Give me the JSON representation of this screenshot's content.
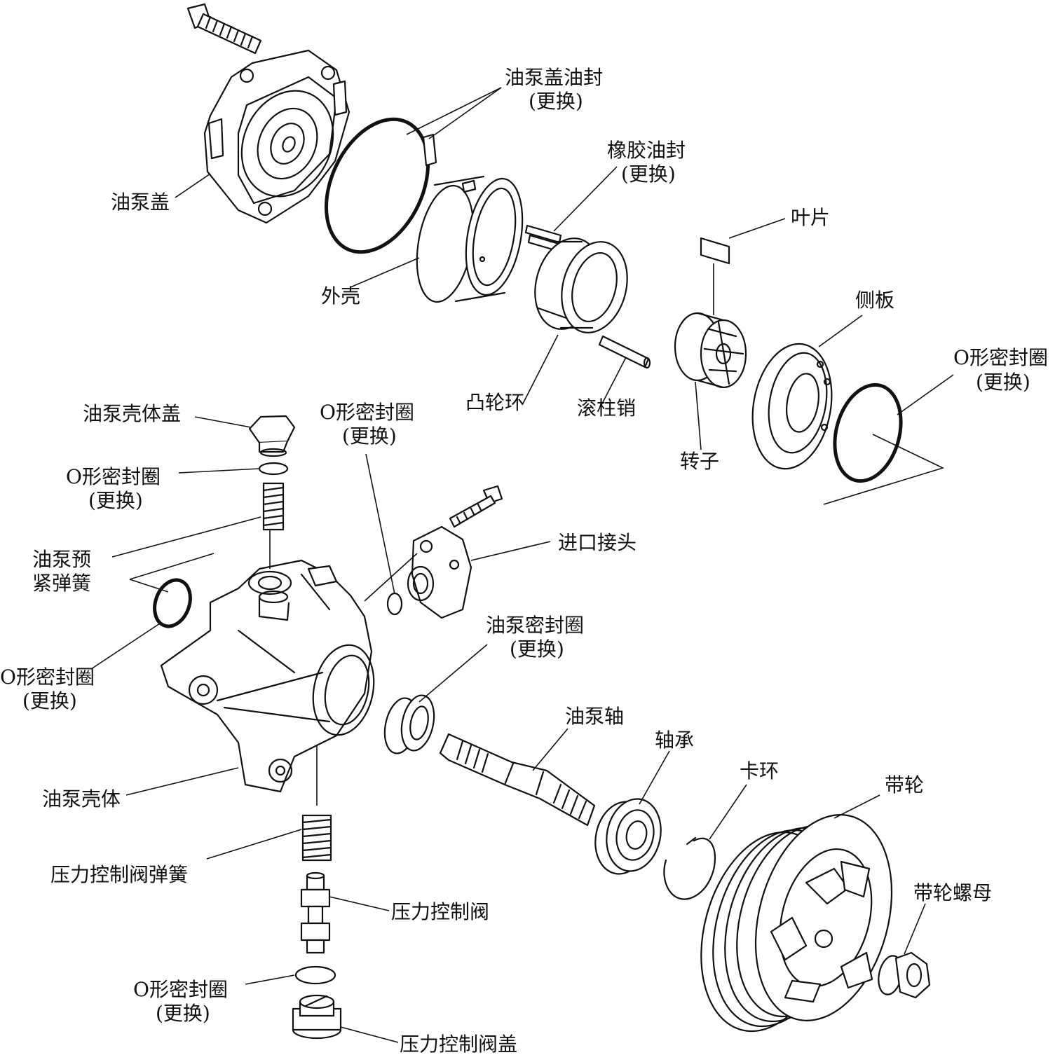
{
  "colors": {
    "ink": "#111111",
    "paper": "#ffffff"
  },
  "labels": {
    "pump_cover_seal": "油泵盖油封",
    "pump_cover_seal_note": "(更换)",
    "rubber_seal": "橡胶油封",
    "rubber_seal_note": "(更换)",
    "vane": "叶片",
    "pump_cover": "油泵盖",
    "housing_shell": "外壳",
    "side_plate": "侧板",
    "oring_right": "O形密封圈",
    "oring_right_note": "(更换)",
    "cam_ring": "凸轮环",
    "roller_pin": "滚柱销",
    "rotor": "转子",
    "housing_cap": "油泵壳体盖",
    "oring_mid": "O形密封圈",
    "oring_mid_note": "(更换)",
    "oring_cap": "O形密封圈",
    "oring_cap_note": "(更换)",
    "preload_spring_1": "油泵预",
    "preload_spring_2": "紧弹簧",
    "inlet_fitting": "进口接头",
    "pump_seal": "油泵密封圈",
    "pump_seal_note": "(更换)",
    "oring_left": "O形密封圈",
    "oring_left_note": "(更换)",
    "pump_shaft": "油泵轴",
    "bearing": "轴承",
    "snap_ring": "卡环",
    "pulley": "带轮",
    "pump_body": "油泵壳体",
    "valve_spring": "压力控制阀弹簧",
    "pulley_nut": "带轮螺母",
    "control_valve": "压力控制阀",
    "oring_bottom": "O形密封圈",
    "oring_bottom_note": "(更换)",
    "valve_cap": "压力控制阀盖"
  }
}
